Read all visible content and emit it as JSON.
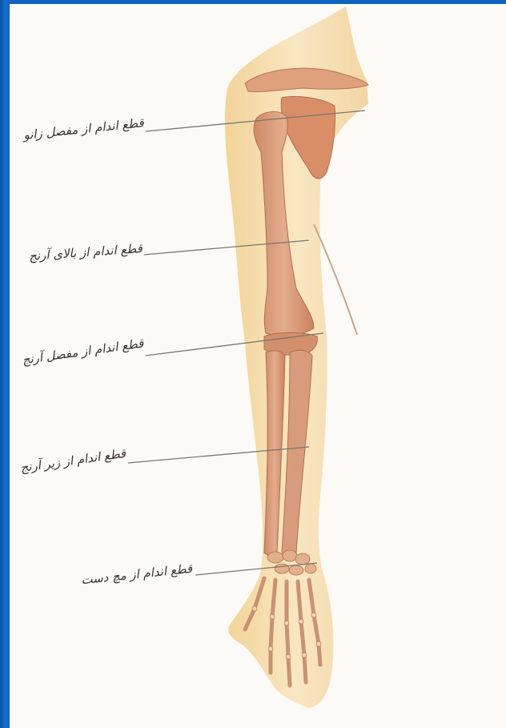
{
  "diagram": {
    "labels": [
      "قطع اندام از مفصل زانو",
      "قطع اندام از بالای آرنج",
      "قطع اندام از مفصل آرنج",
      "قطع اندام از زیر آرنج",
      "قطع اندام از مچ دست"
    ]
  },
  "colors": {
    "frame": "#0a5fb8",
    "paper": "#fbfaf6",
    "skin": "#f3d9a6",
    "bone": "#d99a78",
    "bone_dark": "#c97d5c",
    "leader_line": "#7a7570"
  }
}
